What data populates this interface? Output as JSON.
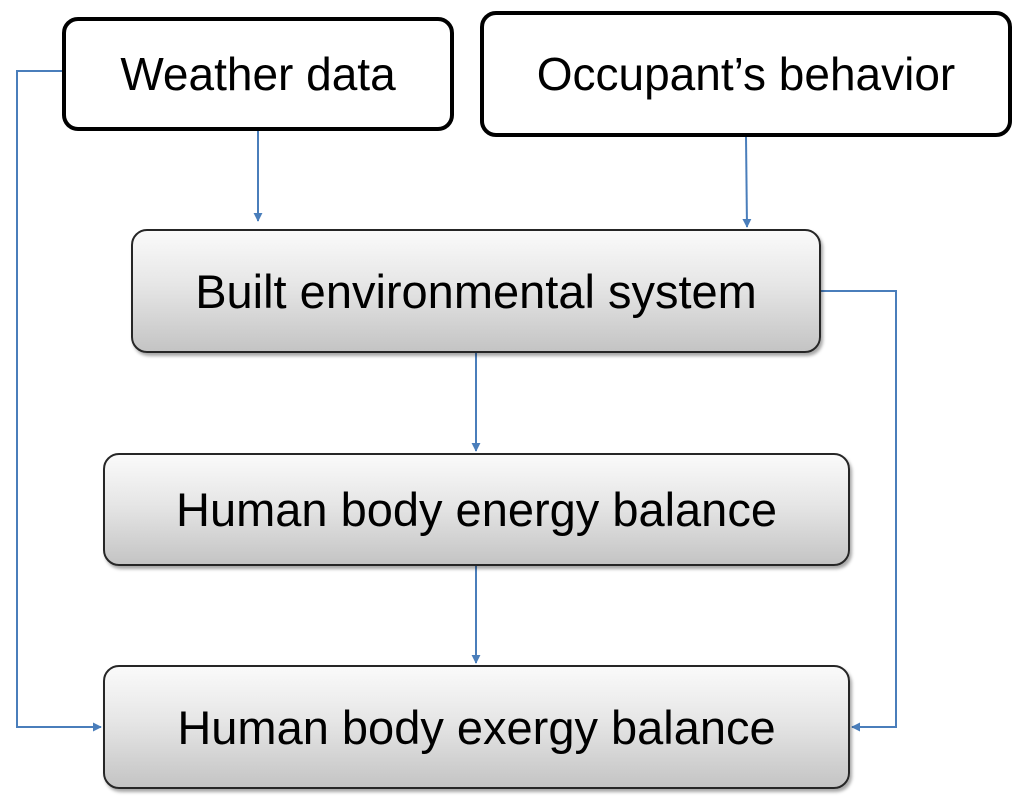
{
  "nodes": {
    "weather_data": "Weather data",
    "occupant_behavior": "Occupant’s behavior",
    "built_environmental_system": "Built environmental system",
    "human_body_energy_balance": "Human body energy balance",
    "human_body_exergy_balance": "Human body exergy balance"
  },
  "colors": {
    "connector": "#4a7ebb",
    "input_border": "#000000",
    "process_border": "#262626"
  }
}
